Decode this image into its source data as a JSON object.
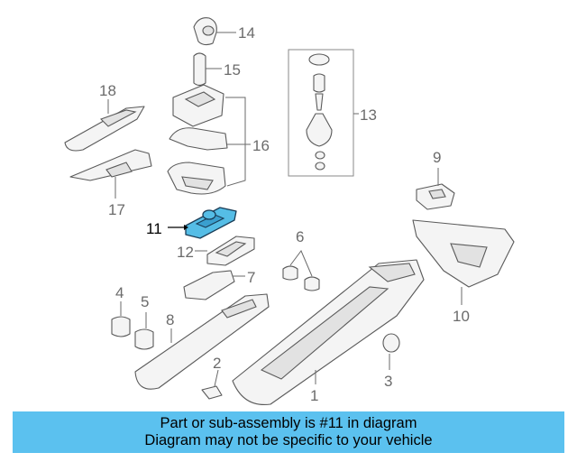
{
  "diagram": {
    "highlight_color": "#55bde6",
    "banner_color": "#5bc1ef",
    "highlighted_part": "11",
    "callouts": {
      "c1": "1",
      "c2": "2",
      "c3": "3",
      "c4": "4",
      "c5": "5",
      "c6": "6",
      "c7": "7",
      "c8": "8",
      "c9": "9",
      "c10": "10",
      "c11": "11",
      "c12": "12",
      "c13": "13",
      "c14": "14",
      "c15": "15",
      "c16": "16",
      "c17": "17",
      "c18": "18"
    }
  },
  "banner": {
    "line1": "Part or sub-assembly is #11 in diagram",
    "line2": "Diagram may not be specific to your vehicle"
  }
}
